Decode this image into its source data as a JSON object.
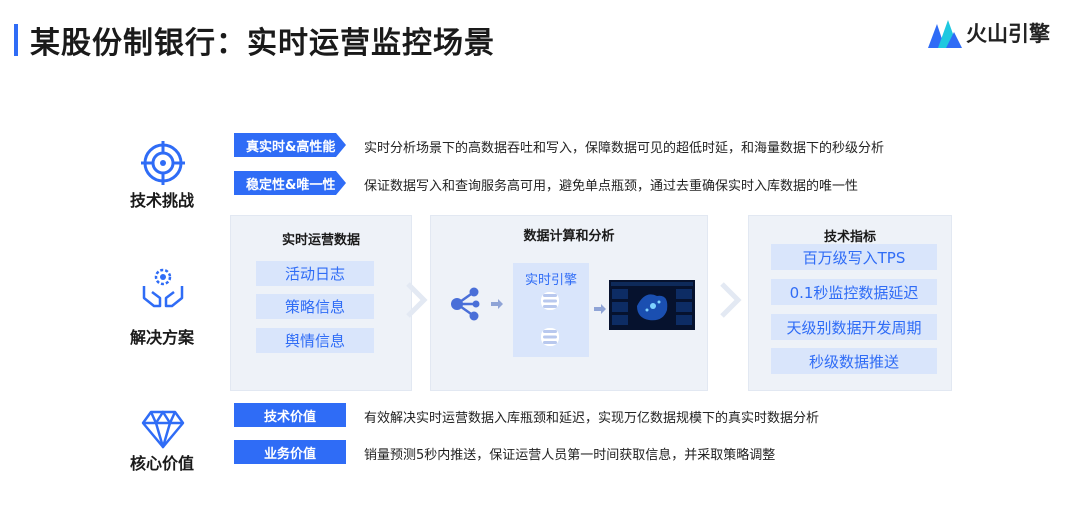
{
  "header": {
    "title": "某股份制银行：实时运营监控场景",
    "logo_text": "火山引擎",
    "accent": "#2f6cf6"
  },
  "challenge": {
    "label": "技术挑战",
    "icon": "target-icon",
    "items": [
      {
        "tag": "真实时&高性能",
        "text": "实时分析场景下的高数据吞吐和写入，保障数据可见的超低时延，和海量数据下的秒级分析"
      },
      {
        "tag": "稳定性&唯一性",
        "text": "保证数据写入和查询服务高可用，避免单点瓶颈，通过去重确保实时入库数据的唯一性"
      }
    ]
  },
  "solution": {
    "label": "解决方案",
    "icon": "gear-hands-icon",
    "panel1": {
      "title": "实时运营数据",
      "items": [
        "活动日志",
        "策略信息",
        "舆情信息"
      ]
    },
    "panel2": {
      "title": "数据计算和分析",
      "engine": "实时引擎"
    },
    "panel3": {
      "title": "技术指标",
      "items": [
        "百万级写入TPS",
        "0.1秒监控数据延迟",
        "天级别数据开发周期",
        "秒级数据推送"
      ]
    }
  },
  "value": {
    "label": "核心价值",
    "icon": "diamond-icon",
    "items": [
      {
        "tag": "技术价值",
        "text": "有效解决实时运营数据入库瓶颈和延迟，实现万亿数据规模下的真实时数据分析"
      },
      {
        "tag": "业务价值",
        "text": "销量预测5秒内推送，保证运营人员第一时间获取信息，并采取策略调整"
      }
    ]
  }
}
